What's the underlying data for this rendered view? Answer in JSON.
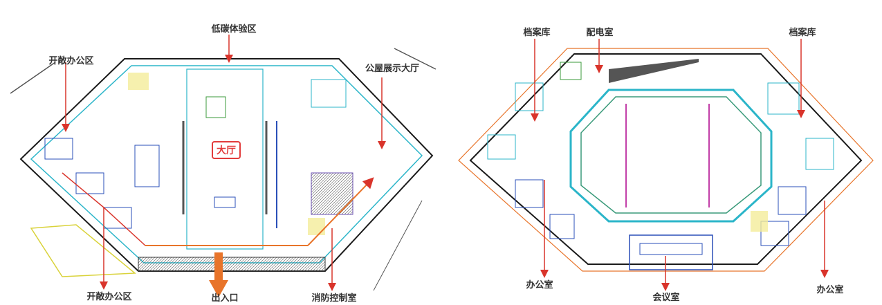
{
  "left_plan": {
    "labels": {
      "top": "低碳体验区",
      "open_office_top": "开敞办公区",
      "showroom": "公屋展示大厅",
      "hall": "大厅",
      "open_office_bottom": "开敞办公区",
      "entrance": "出入口",
      "fire_control": "消防控制室"
    }
  },
  "right_plan": {
    "labels": {
      "archive_left": "档案库",
      "power_room": "配电室",
      "archive_right": "档案库",
      "office_left": "办公室",
      "meeting_room": "会议室",
      "office_right": "办公室"
    }
  },
  "colors": {
    "arrow": "#d9342b",
    "wall": "#1a1a1a",
    "cyan": "#2bb5c9",
    "blue": "#2a4fb8",
    "magenta": "#c23fa8",
    "orange": "#e8742a"
  }
}
